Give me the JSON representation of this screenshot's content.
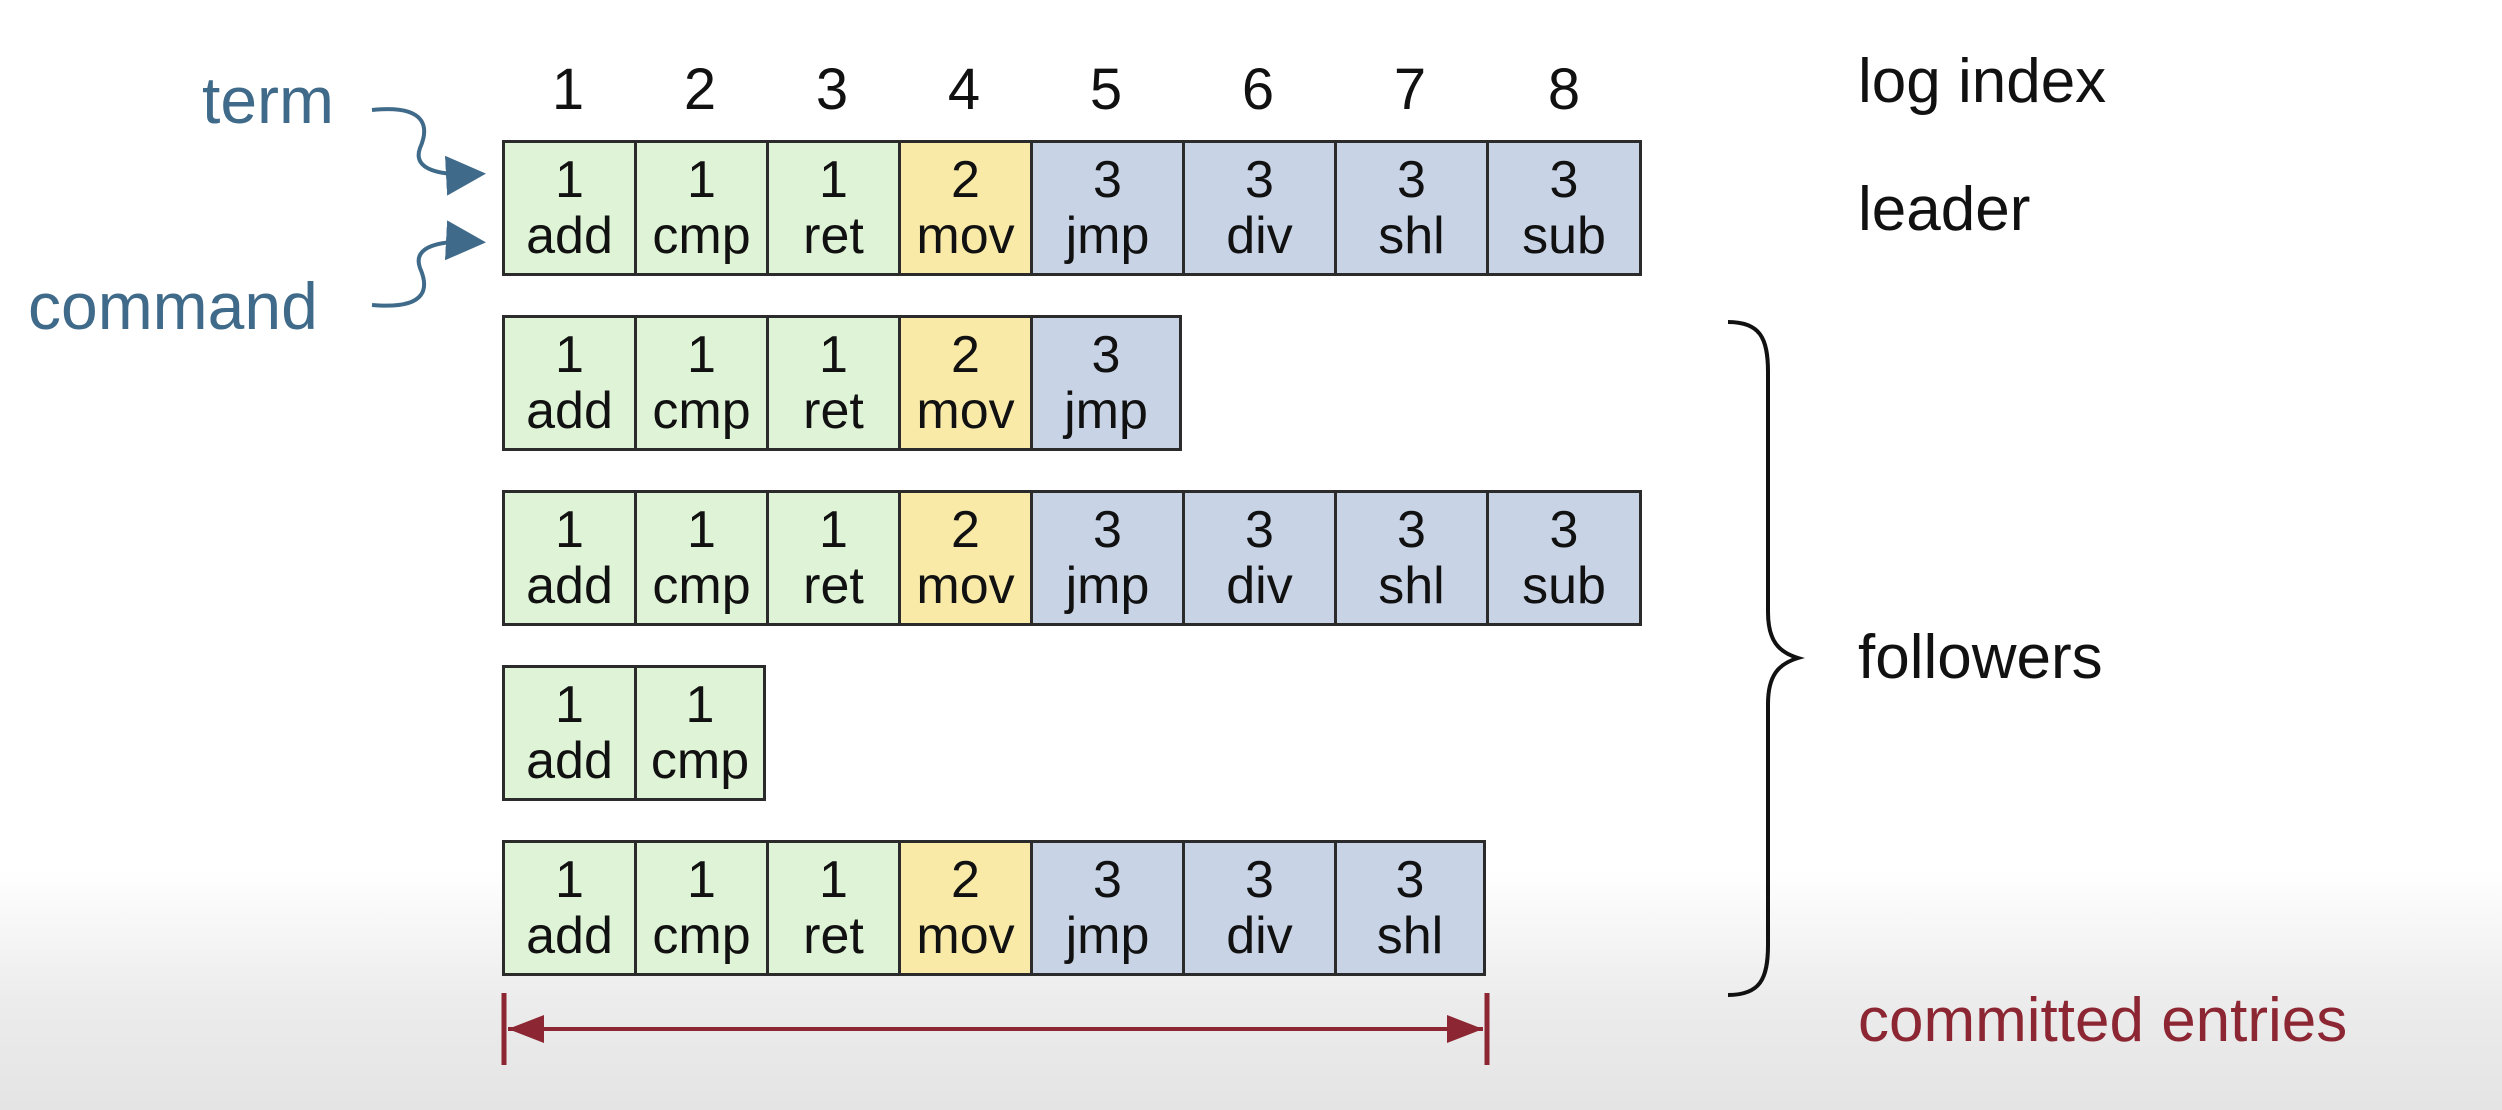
{
  "log_index_values": [
    "1",
    "2",
    "3",
    "4",
    "5",
    "6",
    "7",
    "8"
  ],
  "labels": {
    "log_index": "log index",
    "leader": "leader",
    "followers": "followers",
    "committed": "committed entries",
    "term_callout": "term",
    "command_callout": "command"
  },
  "colors": {
    "term1": "#dff3d6",
    "term2": "#f9eaa8",
    "term3": "#c8d4e6",
    "callout": "#3f6a89",
    "committed": "#8c2632"
  },
  "logs": [
    {
      "role": "leader",
      "entries": [
        {
          "term": "1",
          "command": "add"
        },
        {
          "term": "1",
          "command": "cmp"
        },
        {
          "term": "1",
          "command": "ret"
        },
        {
          "term": "2",
          "command": "mov"
        },
        {
          "term": "3",
          "command": "jmp"
        },
        {
          "term": "3",
          "command": "div"
        },
        {
          "term": "3",
          "command": "shl"
        },
        {
          "term": "3",
          "command": "sub"
        }
      ]
    },
    {
      "role": "follower",
      "entries": [
        {
          "term": "1",
          "command": "add"
        },
        {
          "term": "1",
          "command": "cmp"
        },
        {
          "term": "1",
          "command": "ret"
        },
        {
          "term": "2",
          "command": "mov"
        },
        {
          "term": "3",
          "command": "jmp"
        }
      ]
    },
    {
      "role": "follower",
      "entries": [
        {
          "term": "1",
          "command": "add"
        },
        {
          "term": "1",
          "command": "cmp"
        },
        {
          "term": "1",
          "command": "ret"
        },
        {
          "term": "2",
          "command": "mov"
        },
        {
          "term": "3",
          "command": "jmp"
        },
        {
          "term": "3",
          "command": "div"
        },
        {
          "term": "3",
          "command": "shl"
        },
        {
          "term": "3",
          "command": "sub"
        }
      ]
    },
    {
      "role": "follower",
      "entries": [
        {
          "term": "1",
          "command": "add"
        },
        {
          "term": "1",
          "command": "cmp"
        }
      ]
    },
    {
      "role": "follower",
      "entries": [
        {
          "term": "1",
          "command": "add"
        },
        {
          "term": "1",
          "command": "cmp"
        },
        {
          "term": "1",
          "command": "ret"
        },
        {
          "term": "2",
          "command": "mov"
        },
        {
          "term": "3",
          "command": "jmp"
        },
        {
          "term": "3",
          "command": "div"
        },
        {
          "term": "3",
          "command": "shl"
        }
      ]
    }
  ],
  "committed_count": 7
}
